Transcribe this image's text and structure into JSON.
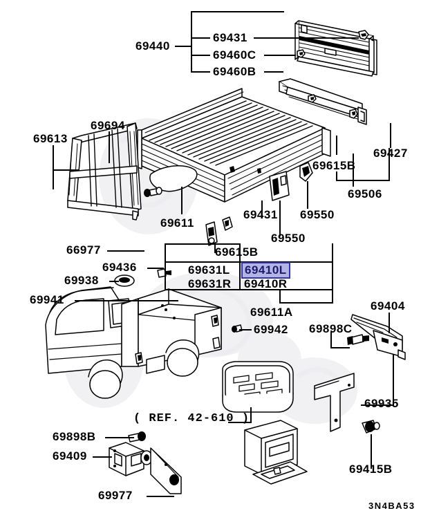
{
  "diagram": {
    "code": "3N4BA53",
    "reference_note": "( REF. 42-610 )",
    "highlighted_part": "69410L"
  },
  "labels": {
    "p69440": "69440",
    "p69431_top": "69431",
    "p69460C": "69460C",
    "p69460B": "69460B",
    "p69613": "69613",
    "p69694": "69694",
    "p66977": "66977",
    "p69436": "69436",
    "p69938": "69938",
    "p69941": "69941",
    "p69611": "69611",
    "p69615B_mid": "69615B",
    "p69615B_right": "69615B",
    "p69431_mid": "69431",
    "p69550_lower": "69550",
    "p69550_upper": "69550",
    "p69427": "69427",
    "p69506": "69506",
    "p69631L": "69631L",
    "p69631R": "69631R",
    "p69410L": "69410L",
    "p69410R": "69410R",
    "p69611A": "69611A",
    "p69942": "69942",
    "p69898C": "69898C",
    "p69404": "69404",
    "p69935": "69935",
    "p69415B": "69415B",
    "p69898B": "69898B",
    "p69409": "69409",
    "p69977": "69977"
  },
  "colors": {
    "highlight_fill": "#b4b4e4",
    "highlight_border": "#3333aa",
    "highlight_text": "#1a1a6e",
    "line": "#000000",
    "background": "#ffffff",
    "watermark": "#f2f2f4"
  }
}
